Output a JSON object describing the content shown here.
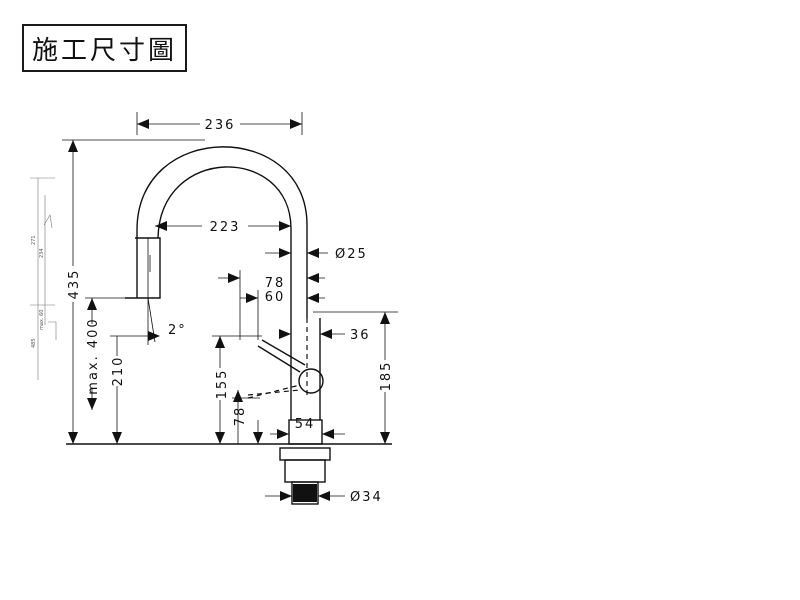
{
  "title": "施工尺寸圖",
  "dimensions": {
    "spout_reach": "236",
    "spout_inner": "223",
    "spout_diameter": "Ø25",
    "handle_reach": "78",
    "handle_offset": "60",
    "body_offset": "36",
    "total_height": "435",
    "max_height": "max. 400",
    "spout_height": "210",
    "handle_height": "155",
    "handle_lower": "78",
    "body_height": "185",
    "base_width": "54",
    "mount_diameter": "Ø34",
    "angle": "2°"
  },
  "side_view": {
    "total": "485",
    "upper": "271",
    "lower": "234",
    "max": "max. 60"
  }
}
